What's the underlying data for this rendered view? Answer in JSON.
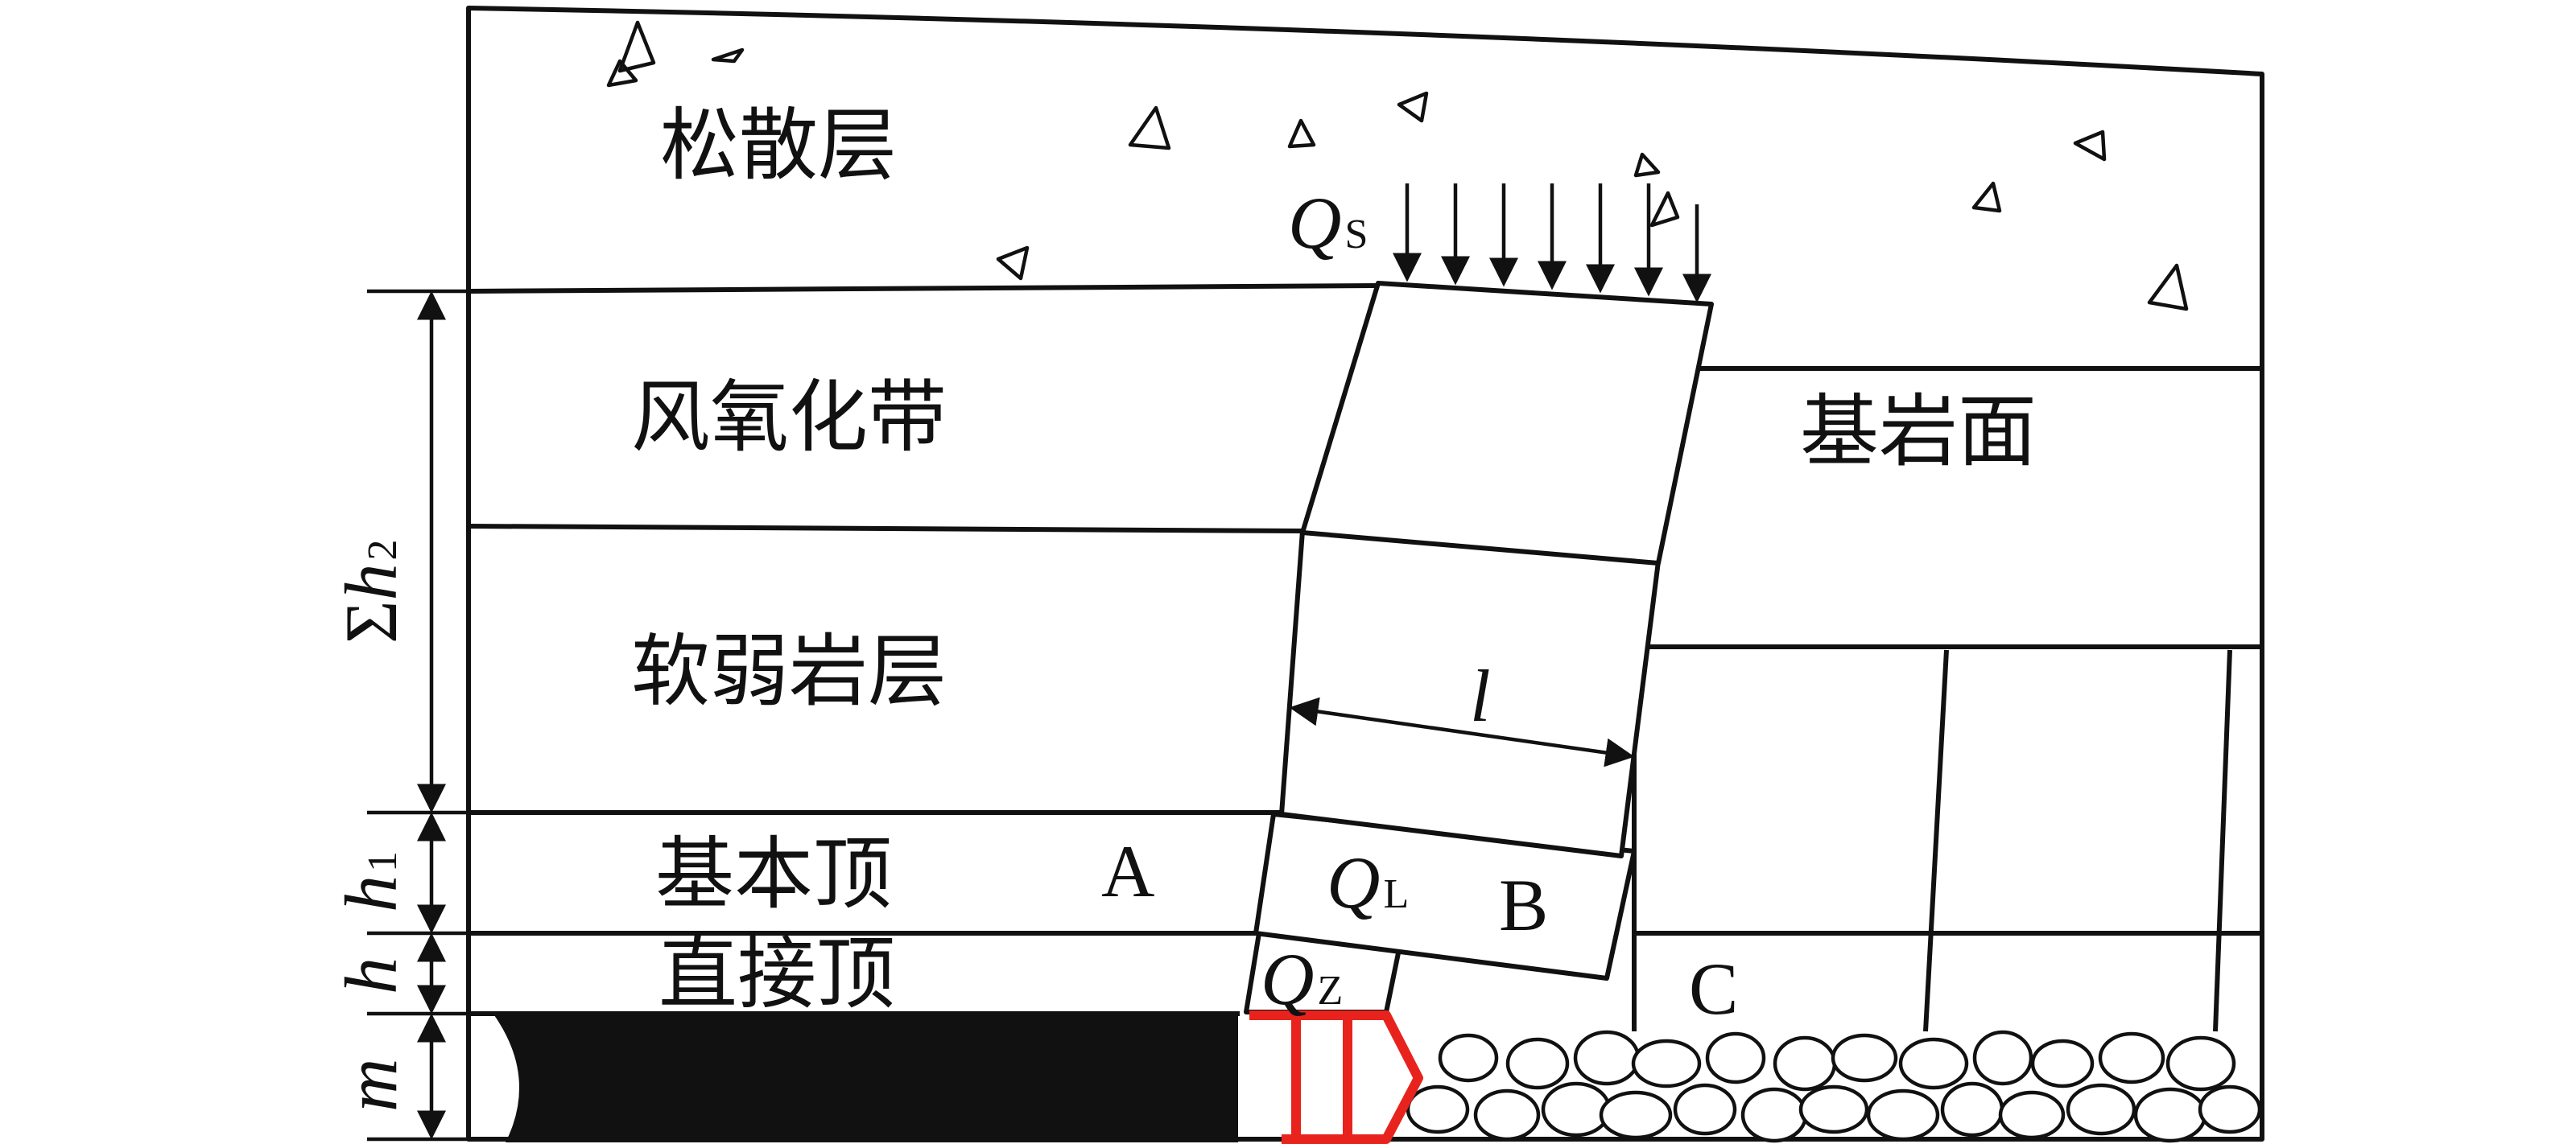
{
  "layers": {
    "loose": "松散层",
    "weathered": "风氧化带",
    "soft_rock": "软弱岩层",
    "main_roof": "基本顶",
    "immediate_roof": "直接顶",
    "bedrock_surface": "基岩面"
  },
  "blocks": {
    "a": "A",
    "b": "B",
    "c": "C"
  },
  "loads": {
    "qs": {
      "symbol": "Q",
      "sub": "S"
    },
    "ql": {
      "symbol": "Q",
      "sub": "L"
    },
    "qz": {
      "symbol": "Q",
      "sub": "Z"
    }
  },
  "dimensions": {
    "l": "l",
    "sum_h2": {
      "sigma": "Σ",
      "var": "h",
      "sub": "2"
    },
    "h1": {
      "var": "h",
      "sub": "1"
    },
    "h": "h",
    "m": "m"
  },
  "colors": {
    "lines": "#111111",
    "coal": "#111111",
    "support": "#e8231d"
  },
  "icons": [
    "rock-fragment-icon",
    "pebble-icon",
    "arrow-icon",
    "hydraulic-support-icon"
  ]
}
